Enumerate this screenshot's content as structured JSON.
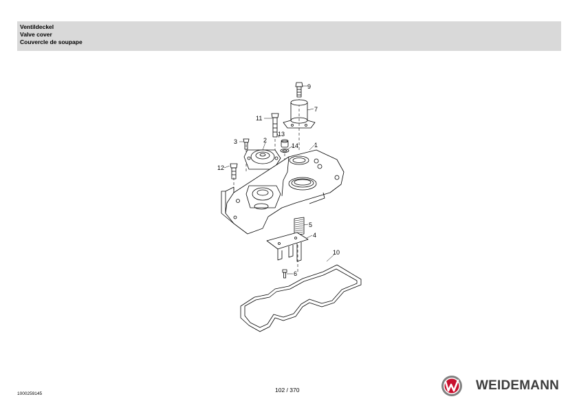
{
  "header": {
    "title_de": "Ventildeckel",
    "title_en": "Valve cover",
    "title_fr": "Couvercle de soupape"
  },
  "diagram": {
    "callouts": [
      "1",
      "2",
      "3",
      "4",
      "5",
      "6",
      "7",
      "9",
      "10",
      "11",
      "12",
      "13",
      "14"
    ]
  },
  "footer": {
    "document_number": "1000259145",
    "page_counter": "102 / 370",
    "brand_name": "WEIDEMANN"
  },
  "colors": {
    "header_band": "#d9d9d9",
    "logo_red": "#c8102e",
    "logo_gray": "#808080"
  }
}
